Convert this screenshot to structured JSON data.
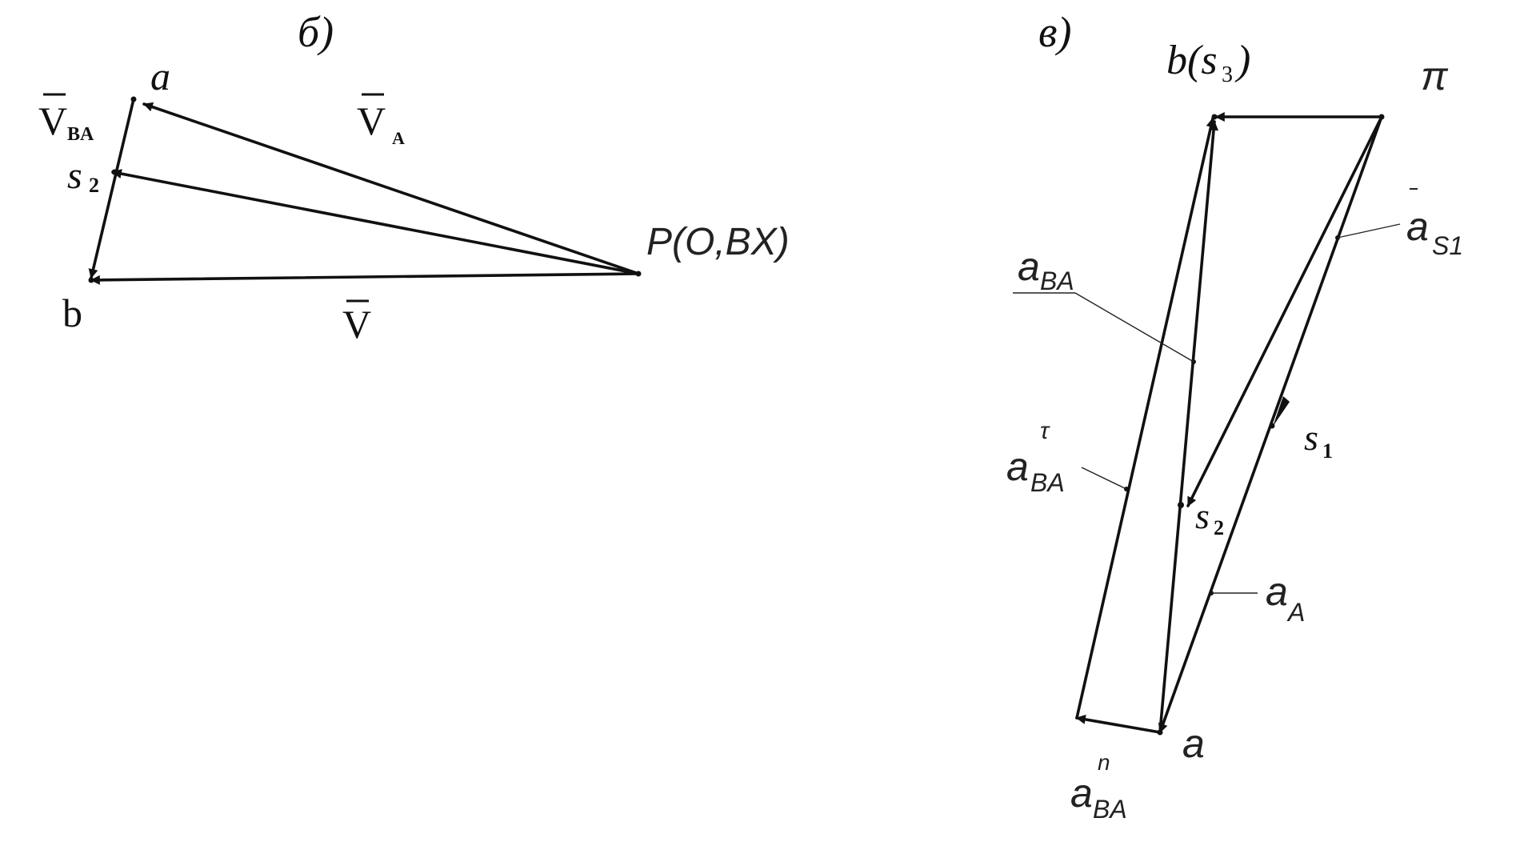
{
  "panel_b": {
    "title": "б)",
    "label_a": "a",
    "label_b": "b",
    "label_VA": "V",
    "label_VA_sub": "A",
    "label_VBA": "V",
    "label_VBA_sub": "BA",
    "label_s2": "s",
    "label_s2_sub": "2",
    "label_V": "V",
    "label_pole": "P(O,BX)"
  },
  "panel_v": {
    "title": "в)",
    "label_b": "b(s",
    "label_b_sub": "3",
    "label_b_close": ")",
    "label_pi": "π",
    "label_a": "a",
    "label_aS1": "a",
    "label_aS1_sub": "S1",
    "label_aBA": "a",
    "label_aBA_sub": "BA",
    "label_aBAt": "a",
    "label_aBAt_sub": "BA",
    "label_aBAt_sup": "τ",
    "label_aBAn": "a",
    "label_aBAn_sub": "BA",
    "label_aBAn_sup": "n",
    "label_aA": "a",
    "label_aA_sub": "A",
    "label_s1": "s",
    "label_s1_sub": "1",
    "label_s2": "s",
    "label_s2_sub": "2"
  }
}
